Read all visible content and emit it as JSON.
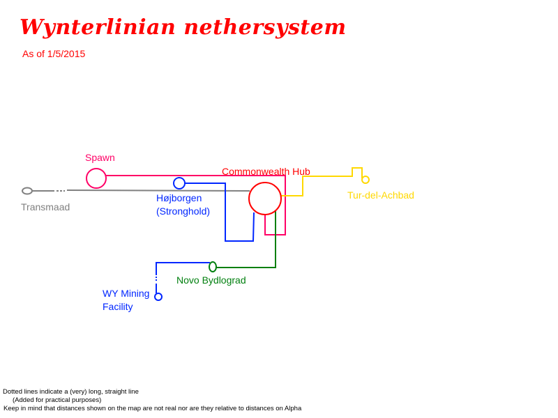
{
  "header": {
    "title": "Wynterlinian nethersystem",
    "subtitle": "As of 1/5/2015"
  },
  "colors": {
    "title": "#ff0000",
    "gray_line": "#808080",
    "pink_line": "#ff0066",
    "blue_line": "#0026ff",
    "hub": "#ff0000",
    "yellow_line": "#ffd800",
    "green_line": "#007f0e"
  },
  "stations": {
    "spawn": "Spawn",
    "transmaad": "Transmaad",
    "hojborgen_1": "Højborgen",
    "hojborgen_2": "(Stronghold)",
    "hub": "Commonwealth Hub",
    "tur": "Tur-del-Achbad",
    "novo": "Novo Bydlograd",
    "wy_1": "WY Mining",
    "wy_2": "Facility"
  },
  "notes": {
    "line1": "Dotted lines indicate a (very) long, straight line",
    "line2": "(Added for practical purposes)",
    "line3": "Keep in mind that distances shown on the map are not real nor are they relative to distances on Alpha"
  }
}
